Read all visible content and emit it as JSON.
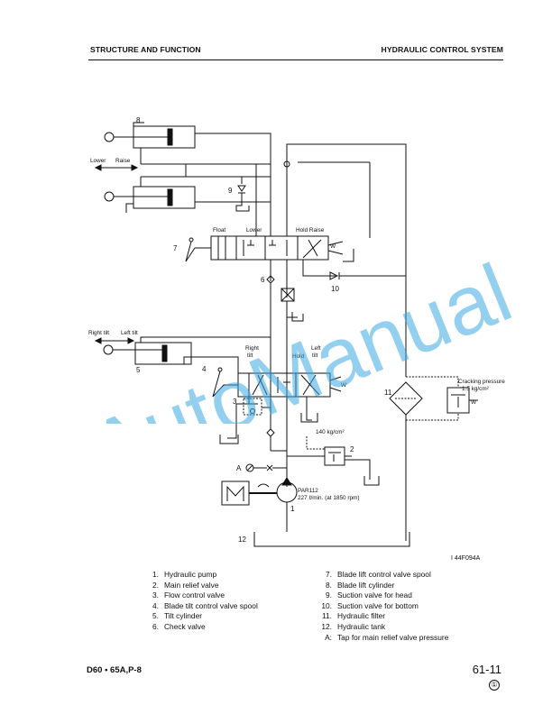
{
  "header": {
    "left": "STRUCTURE AND FUNCTION",
    "right": "HYDRAULIC CONTROL SYSTEM"
  },
  "diagram": {
    "labels": {
      "n8": "8",
      "n9": "9",
      "n7": "7",
      "n6": "6",
      "n10": "10",
      "n5": "5",
      "n4": "4",
      "n3": "3",
      "n2": "2",
      "n1": "1",
      "n11": "11",
      "n12": "12",
      "nA": "A",
      "lower": "Lower",
      "raise": "Raise",
      "float": "Float",
      "lower_pos": "Lower",
      "hold_raise": "Hold Raise",
      "right_tilt": "Right tilt",
      "left_tilt": "Left tilt",
      "right": "Right",
      "tilt1": "tilt",
      "hold": "Hold",
      "left": "Left",
      "tilt2": "tilt",
      "pressure_140": "140 kg/cm²",
      "cracking1": "Cracking pressure",
      "cracking2": "1.5 kg/cm²",
      "pump_model": "PAR112",
      "pump_flow": "227 ℓ/min. (at 1850 rpm)",
      "w1": "W",
      "w2": "W",
      "w3": "W"
    }
  },
  "figure_id": "I 44F094A",
  "legend": {
    "col1": [
      {
        "num": "1.",
        "text": "Hydraulic pump"
      },
      {
        "num": "2.",
        "text": "Main relief valve"
      },
      {
        "num": "3.",
        "text": "Flow control valve"
      },
      {
        "num": "4.",
        "text": "Blade tilt control valve spool"
      },
      {
        "num": "5.",
        "text": "Tilt cylinder"
      },
      {
        "num": "6.",
        "text": "Check valve"
      }
    ],
    "col2": [
      {
        "num": "7.",
        "text": "Blade lift control valve spool"
      },
      {
        "num": "8.",
        "text": "Blade lift cylinder"
      },
      {
        "num": "9.",
        "text": "Suction valve for head"
      },
      {
        "num": "10.",
        "text": "Suction valve for bottom"
      },
      {
        "num": "11.",
        "text": "Hydraulic filter"
      },
      {
        "num": "12.",
        "text": "Hydraulic tank"
      },
      {
        "num": "A:",
        "text": "Tap for main relief valve pressure"
      }
    ]
  },
  "footer": {
    "model": "D60 • 65A,P-8",
    "page": "61-11",
    "revision": "①"
  },
  "watermark": {
    "text": "AutoManual",
    "color": "#3aa8e0"
  }
}
